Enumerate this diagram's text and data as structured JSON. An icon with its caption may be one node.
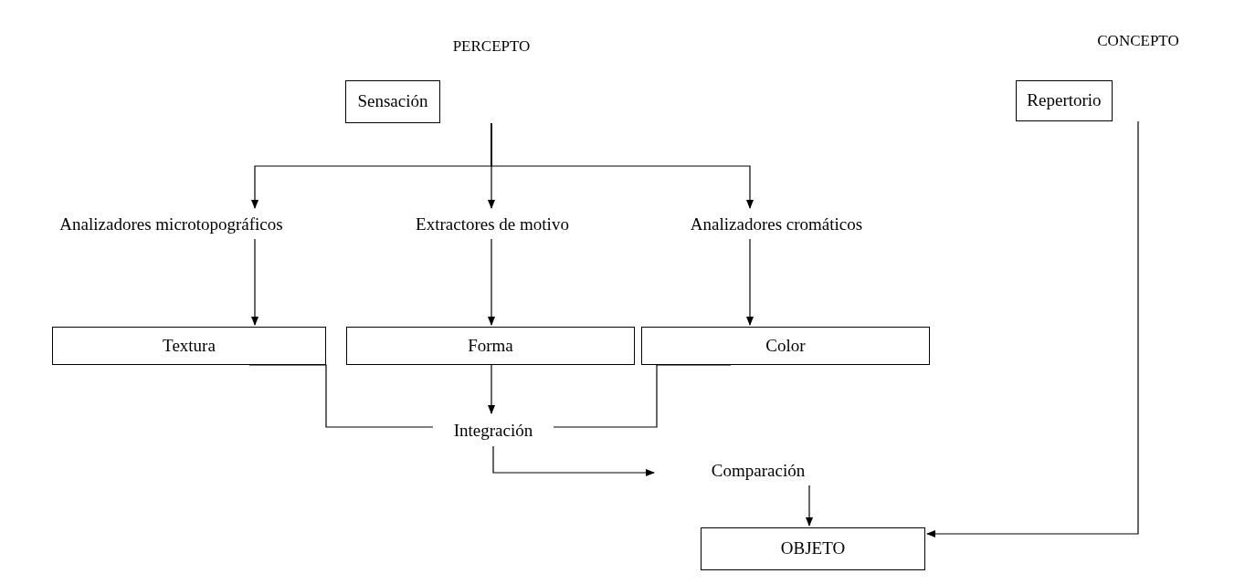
{
  "diagram": {
    "nodes": [
      {
        "text": [
          "Sensación"
        ]
      },
      {
        "text": [
          "Repertorio"
        ]
      },
      {
        "text": [
          "Analizadores microtopográficos"
        ]
      },
      {
        "text": [
          "Extractores de motivo"
        ]
      },
      {
        "text": [
          "Analizadores cromáticos"
        ]
      },
      {
        "text": [
          "Textura"
        ]
      },
      {
        "text": [
          "Forma"
        ]
      },
      {
        "text": [
          "Color"
        ]
      },
      {
        "text": [
          "Integración"
        ]
      },
      {
        "text": [
          "Comparación"
        ]
      },
      {
        "text": [
          "OBJETO"
        ]
      }
    ],
    "edges": [
      {
        "from": 0,
        "to": 2,
        "arrow": "to"
      },
      {
        "from": 0,
        "to": 3,
        "arrow": "to"
      },
      {
        "from": 0,
        "to": 4,
        "arrow": "to"
      },
      {
        "from": 2,
        "to": 5,
        "arrow": "to"
      },
      {
        "from": 3,
        "to": 6,
        "arrow": "to"
      },
      {
        "from": 4,
        "to": 7,
        "arrow": "to"
      },
      {
        "from": 6,
        "to": 8,
        "arrow": "to"
      },
      {
        "from": 5,
        "to": 8,
        "arrow": "none"
      },
      {
        "from": 7,
        "to": 8,
        "arrow": "none"
      },
      {
        "from": 8,
        "to": 9,
        "arrow": "to"
      },
      {
        "from": 9,
        "to": 10,
        "arrow": "to"
      },
      {
        "from": 1,
        "to": 10,
        "arrow": "to"
      }
    ],
    "labels": [
      "PERCEPTO",
      "CONCEPTO"
    ]
  }
}
